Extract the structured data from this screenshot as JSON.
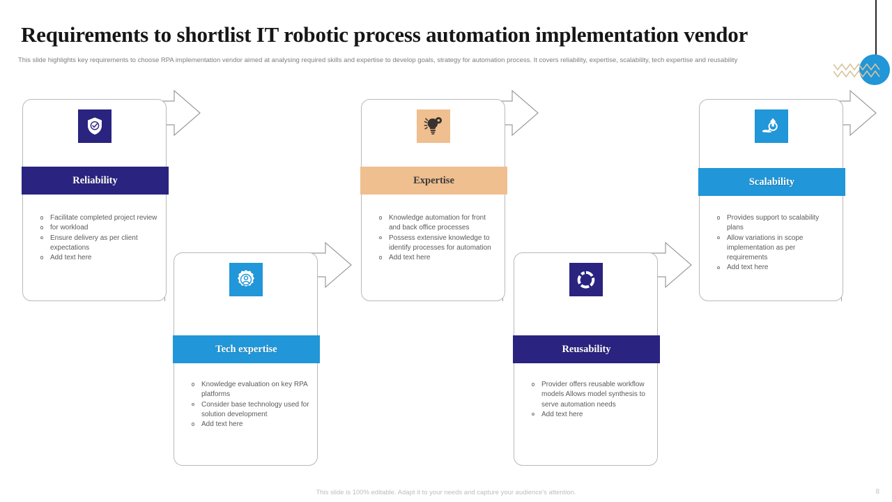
{
  "header": {
    "title": "Requirements to shortlist IT robotic process automation implementation vendor",
    "subtitle": "This slide highlights key requirements to choose RPA implementation vendor aimed at analysing required skills and expertise to develop  goals, strategy for automation process. It covers reliability, expertise, scalability, tech expertise and reusability"
  },
  "colors": {
    "navy": "#2A2380",
    "blue": "#2196D8",
    "tan": "#EFBF8F",
    "card_border": "#b9b9b9",
    "arrow_stroke": "#9a9a9a",
    "text_body": "#5a5a5a"
  },
  "cards": [
    {
      "key": "reliability",
      "title": "Reliability",
      "icon": "shield-check-icon",
      "accent": "#2A2380",
      "title_color": "#ffffff",
      "bullets": [
        "Facilitate completed project review",
        "      for workload",
        "Ensure delivery as per client expectations",
        "Add text here"
      ]
    },
    {
      "key": "tech-expertise",
      "title": "Tech expertise",
      "icon": "gear-user-icon",
      "accent": "#2196D8",
      "title_color": "#ffffff",
      "bullets": [
        "Knowledge evaluation on key RPA platforms",
        "Consider base technology used for solution development",
        "Add text here"
      ]
    },
    {
      "key": "expertise",
      "title": "Expertise",
      "icon": "lightbulb-gear-icon",
      "accent": "#EFBF8F",
      "title_color": "#3a3a3a",
      "bullets": [
        "Knowledge automation for front and back  office processes",
        "Possess extensive knowledge to identify processes for automation",
        "Add text here"
      ]
    },
    {
      "key": "reusability",
      "title": "Reusability",
      "icon": "recycle-circle-icon",
      "accent": "#2A2380",
      "title_color": "#ffffff",
      "bullets": [
        "Provider offers reusable workflow models Allows model synthesis to serve automation needs",
        "Add text here"
      ]
    },
    {
      "key": "scalability",
      "title": "Scalability",
      "icon": "hand-arrow-up-icon",
      "accent": "#2196D8",
      "title_color": "#ffffff",
      "bullets": [
        "Provides support to scalability plans",
        "Allow variations in scope implementation as per requirements",
        "Add text here"
      ]
    }
  ],
  "footer": {
    "note": "This slide is 100% editable. Adapt it to your needs and capture your audience's attention.",
    "page_number": "8"
  }
}
